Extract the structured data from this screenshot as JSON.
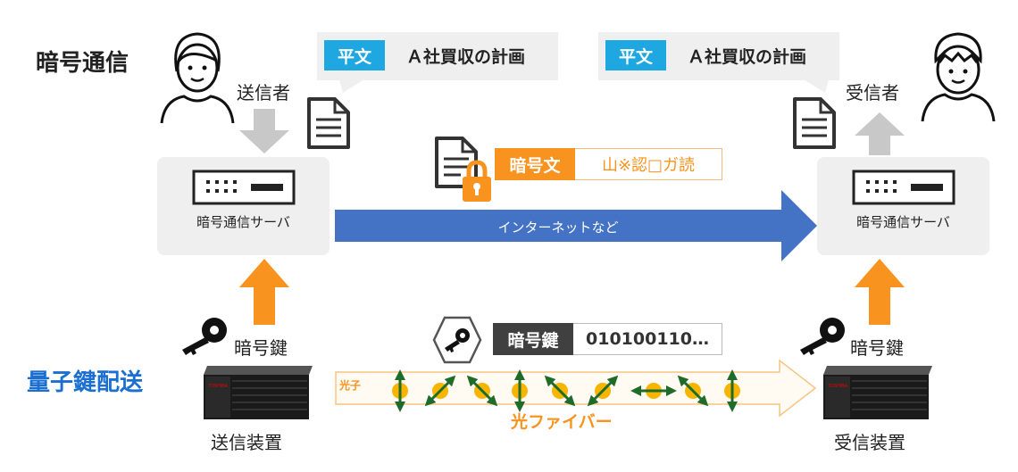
{
  "section_encrypted": "暗号通信",
  "section_qkd": "量子鍵配送",
  "sender": {
    "role": "送信者",
    "server": "暗号通信サーバ",
    "device": "送信装置"
  },
  "receiver": {
    "role": "受信者",
    "server": "暗号通信サーバ",
    "device": "受信装置"
  },
  "plaintext_left": {
    "tag": "平文",
    "text": "Ａ社買収の計画"
  },
  "plaintext_right": {
    "tag": "平文",
    "text": "Ａ社買収の計画"
  },
  "ciphertext": {
    "tag": "暗号文",
    "text": "山※認□ガ読"
  },
  "network_label": "インターネットなど",
  "key_left": "暗号鍵",
  "key_right": "暗号鍵",
  "key_center": {
    "tag": "暗号鍵",
    "value": "010100110…"
  },
  "photon_label": "光子",
  "fiber_label": "光ファイバー",
  "device_brand": "TOSHIBA",
  "colors": {
    "orange": "#f7931e",
    "blue": "#4472c4",
    "cyan": "#1ea7e1",
    "dark": "#404040",
    "green": "#2e7d32",
    "yellow": "#f7b500"
  }
}
